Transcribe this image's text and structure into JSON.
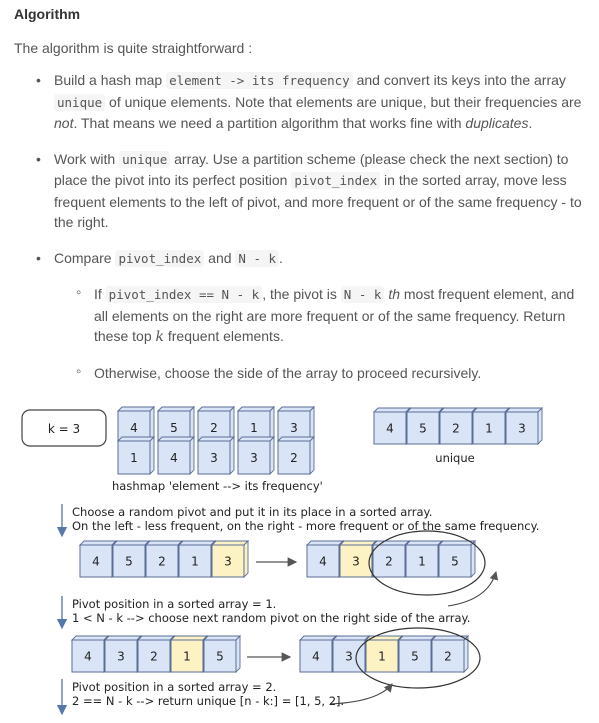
{
  "heading": "Algorithm",
  "intro": "The algorithm is quite straightforward :",
  "b1": {
    "t1": "Build a hash map ",
    "c1": "element -> its frequency",
    "t2": " and convert its keys into the array ",
    "c2": "unique",
    "t3": " of unique elements. Note that elements are unique, but their frequencies are ",
    "em1": "not",
    "t4": ". That means we need a partition algorithm that works fine with ",
    "em2": "duplicates",
    "t5": "."
  },
  "b2": {
    "t1": "Work with ",
    "c1": "unique",
    "t2": " array. Use a partition scheme (please check the next section) to place the pivot into its perfect position ",
    "c2": "pivot_index",
    "t3": " in the sorted array, move less frequent elements to the left of pivot, and more frequent or of the same frequency - to the right."
  },
  "b3": {
    "t1": "Compare ",
    "c1": "pivot_index",
    "t2": " and ",
    "c2": "N - k",
    "t3": "."
  },
  "s1": {
    "t1": "If ",
    "c1": "pivot_index == N - k",
    "t2": ", the pivot is ",
    "c2": "N - k",
    "t3": " ",
    "em1": "th",
    "t4": " most frequent element, and all elements on the right are more frequent or of the same frequency. Return these top ",
    "k": "k",
    "t5": " frequent elements."
  },
  "s2": "Otherwise, choose the side of the array to proceed recursively.",
  "diagram": {
    "k_label": "k = 3",
    "hash_keys": [
      "4",
      "5",
      "2",
      "1",
      "3"
    ],
    "hash_vals": [
      "1",
      "4",
      "3",
      "3",
      "2"
    ],
    "hash_caption": "hashmap 'element --> its frequency'",
    "unique_arr": [
      "4",
      "5",
      "2",
      "1",
      "3"
    ],
    "unique_caption": "unique",
    "step1_line1": "Choose a random pivot and put it in its place in a sorted array.",
    "step1_line2": "On the left - less frequent, on the right - more frequent or of the same frequency.",
    "row1_before": [
      "4",
      "5",
      "2",
      "1",
      "3"
    ],
    "row1_after": [
      "4",
      "3",
      "2",
      "1",
      "5"
    ],
    "step2_line1": "Pivot position in a sorted array = 1.",
    "step2_line2": "1 < N - k --> choose next random pivot on the right side of the array.",
    "row2_before": [
      "4",
      "3",
      "2",
      "1",
      "5"
    ],
    "row2_after": [
      "4",
      "3",
      "1",
      "5",
      "2"
    ],
    "step3_line1": "Pivot position in a sorted array = 2.",
    "step3_line2": "2 == N - k --> return unique [n - k:] = [1, 5, 2].",
    "colors": {
      "blue": "#d9e4f7",
      "yellow": "#fdf2c4",
      "stroke": "#5a6e95"
    }
  }
}
